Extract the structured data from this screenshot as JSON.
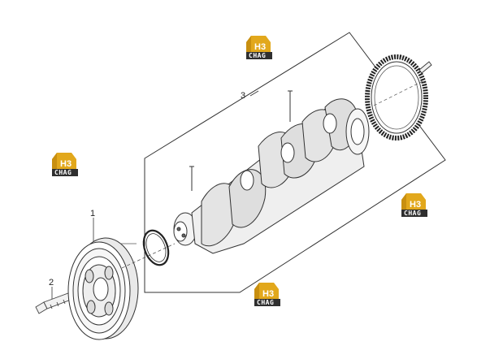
{
  "callouts": {
    "part_1": "1",
    "part_2": "2",
    "part_3": "3"
  },
  "watermark": {
    "mark": "H3",
    "text": "CHAG",
    "colors": {
      "gold": "#e2a81c",
      "dark": "#2f2f2f"
    }
  },
  "parts": [
    {
      "id": "1",
      "name": "crankshaft-pulley-damper"
    },
    {
      "id": "2",
      "name": "pulley-bolt"
    },
    {
      "id": "3",
      "name": "crankshaft-assembly"
    }
  ]
}
